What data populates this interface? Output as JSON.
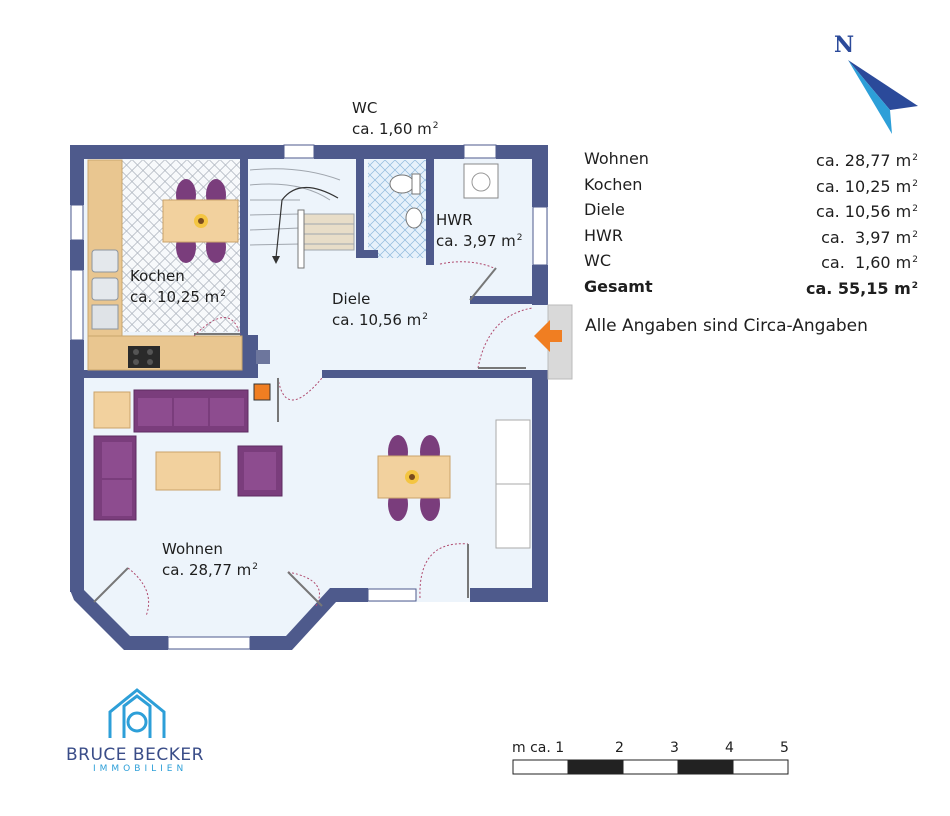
{
  "rooms": {
    "wc": {
      "name": "WC",
      "area": "ca. 1,60 m",
      "unit_sup": "2"
    },
    "kochen": {
      "name": "Kochen",
      "area": "ca. 10,25 m",
      "unit_sup": "2"
    },
    "hwr": {
      "name": "HWR",
      "area": "ca. 3,97 m",
      "unit_sup": "2"
    },
    "diele": {
      "name": "Diele",
      "area": "ca. 10,56 m",
      "unit_sup": "2"
    },
    "wohnen": {
      "name": "Wohnen",
      "area": "ca. 28,77 m",
      "unit_sup": "2"
    }
  },
  "area_table": {
    "rows": [
      {
        "name": "Wohnen",
        "value": "ca. 28,77 m",
        "unit_sup": "2"
      },
      {
        "name": "Kochen",
        "value": "ca. 10,25 m",
        "unit_sup": "2"
      },
      {
        "name": "Diele",
        "value": "ca. 10,56 m",
        "unit_sup": "2"
      },
      {
        "name": "HWR",
        "value": "ca.  3,97 m",
        "unit_sup": "2"
      },
      {
        "name": "WC",
        "value": "ca.  1,60 m",
        "unit_sup": "2"
      }
    ],
    "total": {
      "name": "Gesamt",
      "value": "ca. 55,15 m",
      "unit_sup": "2"
    }
  },
  "note": "Alle Angaben sind Circa-Angaben",
  "compass": {
    "label": "N"
  },
  "scale_bar": {
    "prefix": "m ca. 1",
    "ticks": [
      "2",
      "3",
      "4",
      "5"
    ]
  },
  "logo": {
    "name": "BRUCE BECKER",
    "subtitle": "IMMOBILIEN"
  },
  "colors": {
    "wall": "#4e5a8c",
    "floor": "#edf4fb",
    "kitchen_counter": "#e9c690",
    "furniture": "#7a3d7c",
    "entrance_arrow": "#f07e22",
    "logo_blue": "#2d9fd8"
  }
}
